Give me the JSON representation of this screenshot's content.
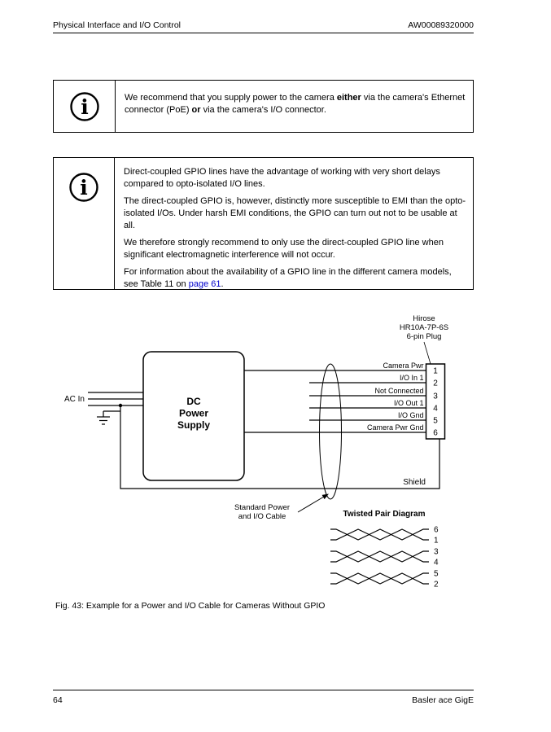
{
  "header": {
    "left": "Physical Interface and I/O Control",
    "right": "AW00089320000"
  },
  "footer": {
    "page_number": "64",
    "right": "Basler ace GigE"
  },
  "note1": {
    "p1_a": "We recommend that you supply power to the camera ",
    "p1_b": "either",
    "p1_c": " via the camera's Ethernet connector (PoE) ",
    "p1_d": "or",
    "p1_e": " via the camera's I/O connector."
  },
  "note2": {
    "p1": "Direct-coupled GPIO lines have the advantage of working with very short delays compared to opto-isolated I/O lines.",
    "p2": "The direct-coupled GPIO is, however, distinctly more susceptible to EMI than the opto-isolated I/Os. Under harsh EMI conditions, the GPIO can turn out not to be usable at all.",
    "p3": "We therefore strongly recommend to only use the direct-coupled GPIO line when significant electromagnetic interference will not occur.",
    "p4_a": "For information about the availability of a GPIO line in the different camera models, see Table 11 on ",
    "p4_link": "page 61",
    "p4_b": "."
  },
  "diagram": {
    "connector_label_line1": "Hirose",
    "connector_label_line2": "HR10A-7P-6S",
    "connector_label_line3": "6-pin Plug",
    "ac_in": "AC In",
    "supply_line1": "DC",
    "supply_line2": "Power",
    "supply_line3": "Supply",
    "pins": [
      {
        "label": "Camera Pwr",
        "number": "1"
      },
      {
        "label": "I/O In 1",
        "number": "2"
      },
      {
        "label": "Not Connected",
        "number": "3"
      },
      {
        "label": "I/O Out 1",
        "number": "4"
      },
      {
        "label": "I/O Gnd",
        "number": "5"
      },
      {
        "label": "Camera Pwr Gnd",
        "number": "6"
      }
    ],
    "shield": "Shield",
    "cable_label_line1": "Standard Power",
    "cable_label_line2": "and I/O Cable",
    "twisted_title": "Twisted Pair Diagram",
    "twisted_numbers": [
      "6",
      "1",
      "3",
      "4",
      "5",
      "2"
    ]
  },
  "caption": "Fig. 43: Example for a Power and I/O Cable for Cameras Without GPIO",
  "colors": {
    "link": "#0000cc",
    "text": "#000000",
    "background": "#ffffff"
  }
}
